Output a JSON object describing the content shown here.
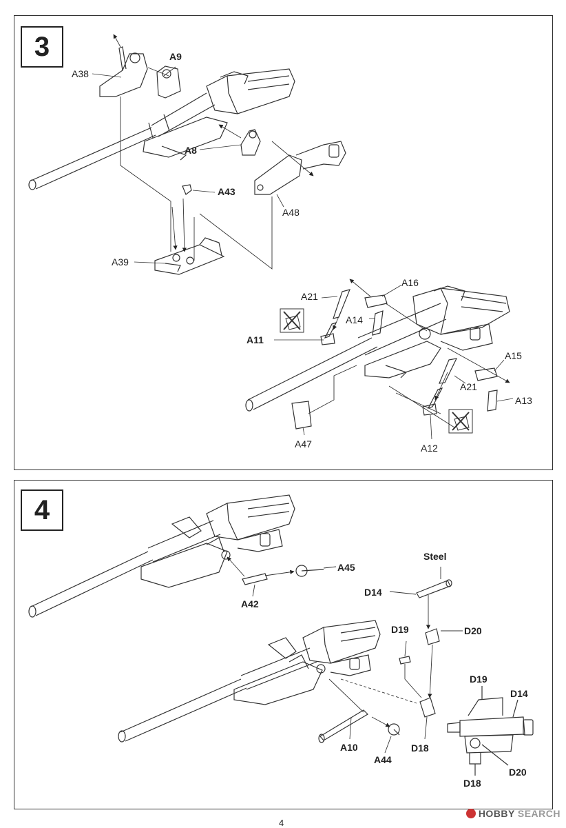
{
  "steps": [
    {
      "number": "3",
      "labels": {
        "a38": "A38",
        "a9": "A9",
        "a8": "A8",
        "a43": "A43",
        "a48": "A48",
        "a39": "A39",
        "a21_top": "A21",
        "a16": "A16",
        "a14": "A14",
        "a11": "A11",
        "a15": "A15",
        "a21_bottom": "A21",
        "a13": "A13",
        "a47": "A47",
        "a12": "A12"
      }
    },
    {
      "number": "4",
      "labels": {
        "a45": "A45",
        "a42": "A42",
        "steel": "Steel",
        "d14": "D14",
        "d19": "D19",
        "d20": "D20",
        "d18": "D18",
        "a10": "A10",
        "a44": "A44",
        "det_d19": "D19",
        "det_d14": "D14",
        "det_d20": "D20",
        "det_d18": "D18"
      }
    }
  ],
  "page_number": "4",
  "watermark": {
    "brand": "HOBBY",
    "suffix": "SEARCH"
  }
}
